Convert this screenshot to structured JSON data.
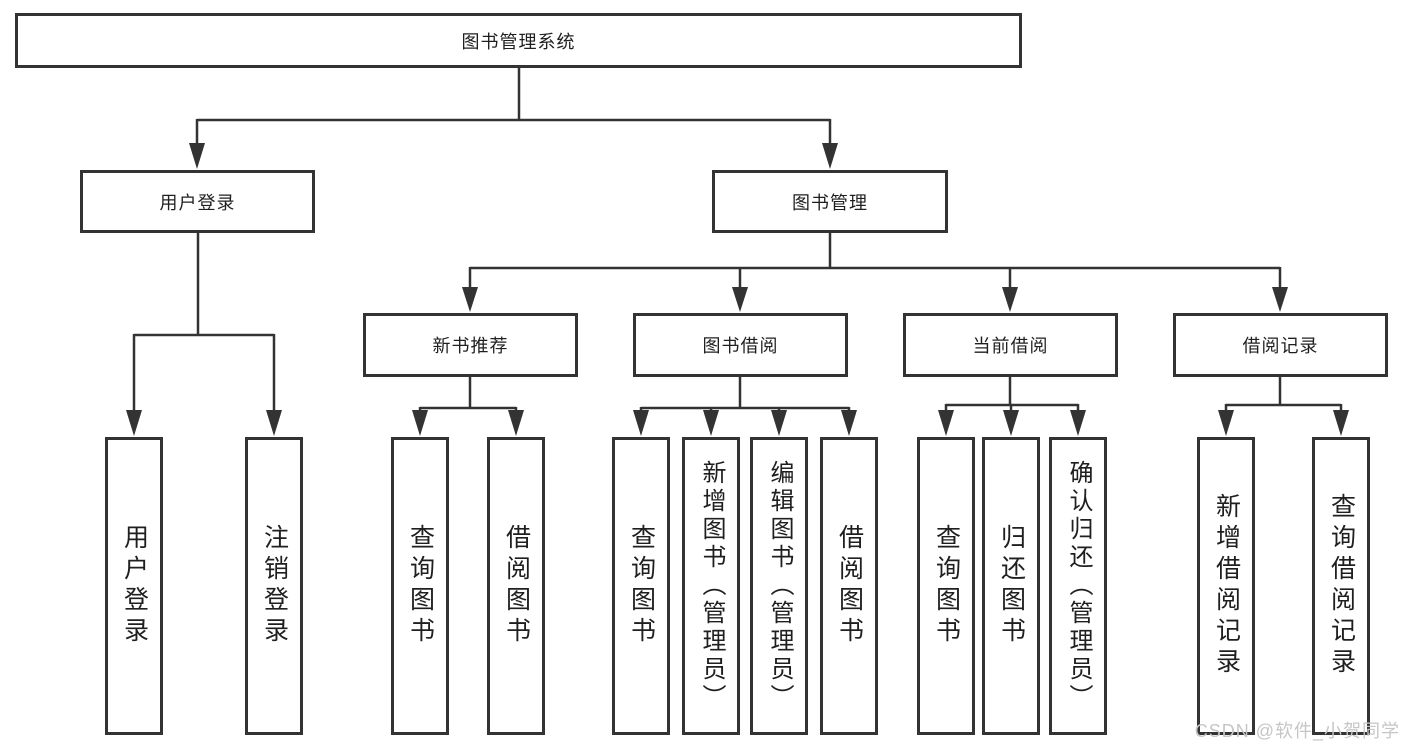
{
  "diagram": {
    "root": {
      "label": "图书管理系统"
    },
    "level2": [
      {
        "label": "用户登录"
      },
      {
        "label": "图书管理"
      }
    ],
    "level3": [
      {
        "label": "新书推荐"
      },
      {
        "label": "图书借阅"
      },
      {
        "label": "当前借阅"
      },
      {
        "label": "借阅记录"
      }
    ],
    "leaves": {
      "user_login": [
        {
          "label": "用户登录"
        },
        {
          "label": "注销登录"
        }
      ],
      "new_books": [
        {
          "label": "查询图书"
        },
        {
          "label": "借阅图书"
        }
      ],
      "book_borrow": [
        {
          "label": "查询图书"
        },
        {
          "label": "新增图书（管理员）"
        },
        {
          "label": "编辑图书（管理员）"
        },
        {
          "label": "借阅图书"
        }
      ],
      "current_borrow": [
        {
          "label": "查询图书"
        },
        {
          "label": "归还图书"
        },
        {
          "label": "确认归还（管理员）"
        }
      ],
      "borrow_records": [
        {
          "label": "新增借阅记录"
        },
        {
          "label": "查询借阅记录"
        }
      ]
    }
  },
  "watermark": {
    "text": "CSDN @软件_小贺同学"
  },
  "colors": {
    "line": "#333333",
    "box_border": "#333333",
    "background": "#ffffff",
    "text": "#1f1f1f",
    "watermark": "#c6c6c6"
  }
}
